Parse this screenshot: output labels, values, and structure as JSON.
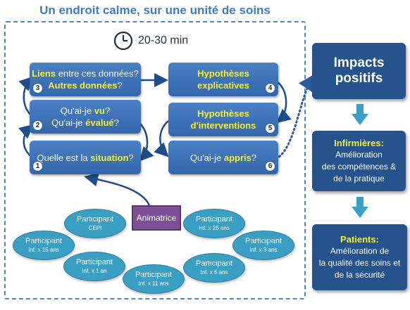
{
  "title": "Un endroit calme, sur une unité de soins",
  "duration": "20-30 min",
  "steps": [
    {
      "number": "1",
      "before": "Quelle est la ",
      "highlight": "situation",
      "after": "?"
    },
    {
      "number": "2",
      "line1_before": "Qu'ai-je ",
      "line1_highlight": "vu",
      "line1_after": "?",
      "line2_before": "Qu'ai-je ",
      "line2_highlight": "évalué",
      "line2_after": "?"
    },
    {
      "number": "3",
      "line1_highlight": "Liens",
      "line1_after": " entre ces données?",
      "line2_highlight": "Autres données",
      "line2_after": "?"
    },
    {
      "number": "4",
      "line1": "Hypothèses",
      "line2": "explicatives"
    },
    {
      "number": "5",
      "line1": "Hypothèses",
      "line2": "d'interventions"
    },
    {
      "number": "6",
      "before": "Qu'ai-je ",
      "highlight": "appris",
      "after": "?"
    }
  ],
  "animatrice": "Animatrice",
  "participants": [
    {
      "name": "Participant",
      "detail": "CEPI"
    },
    {
      "name": "Participant",
      "detail": "Inf. x 25 ans"
    },
    {
      "name": "Participant",
      "detail": "Inf. x 15 ans"
    },
    {
      "name": "Participant",
      "detail": "Inf. x 3 ans"
    },
    {
      "name": "Participant",
      "detail": "Inf. x 1 an"
    },
    {
      "name": "Participant",
      "detail": "Inf. x 6 ans"
    },
    {
      "name": "Participant",
      "detail": "Inf. x 11 ans"
    }
  ],
  "outcomes": {
    "impacts": "Impacts positifs",
    "infirmieres_title": "Infirmières:",
    "infirmieres_lines": [
      "Amélioration",
      "des compétences &",
      "de la pratique"
    ],
    "patients_title": "Patients:",
    "patients_lines": [
      "Amélioration de",
      "la qualité des soins et",
      "de la sécurité"
    ]
  },
  "colors": {
    "step_blue": "#3a70b7",
    "highlight_yellow": "#f5ee3b",
    "participant_teal": "#3a9fc2",
    "animatrice_purple": "#7e4f94",
    "outcome_navy": "#26538c",
    "arrow_teal": "#3aa0c8"
  }
}
